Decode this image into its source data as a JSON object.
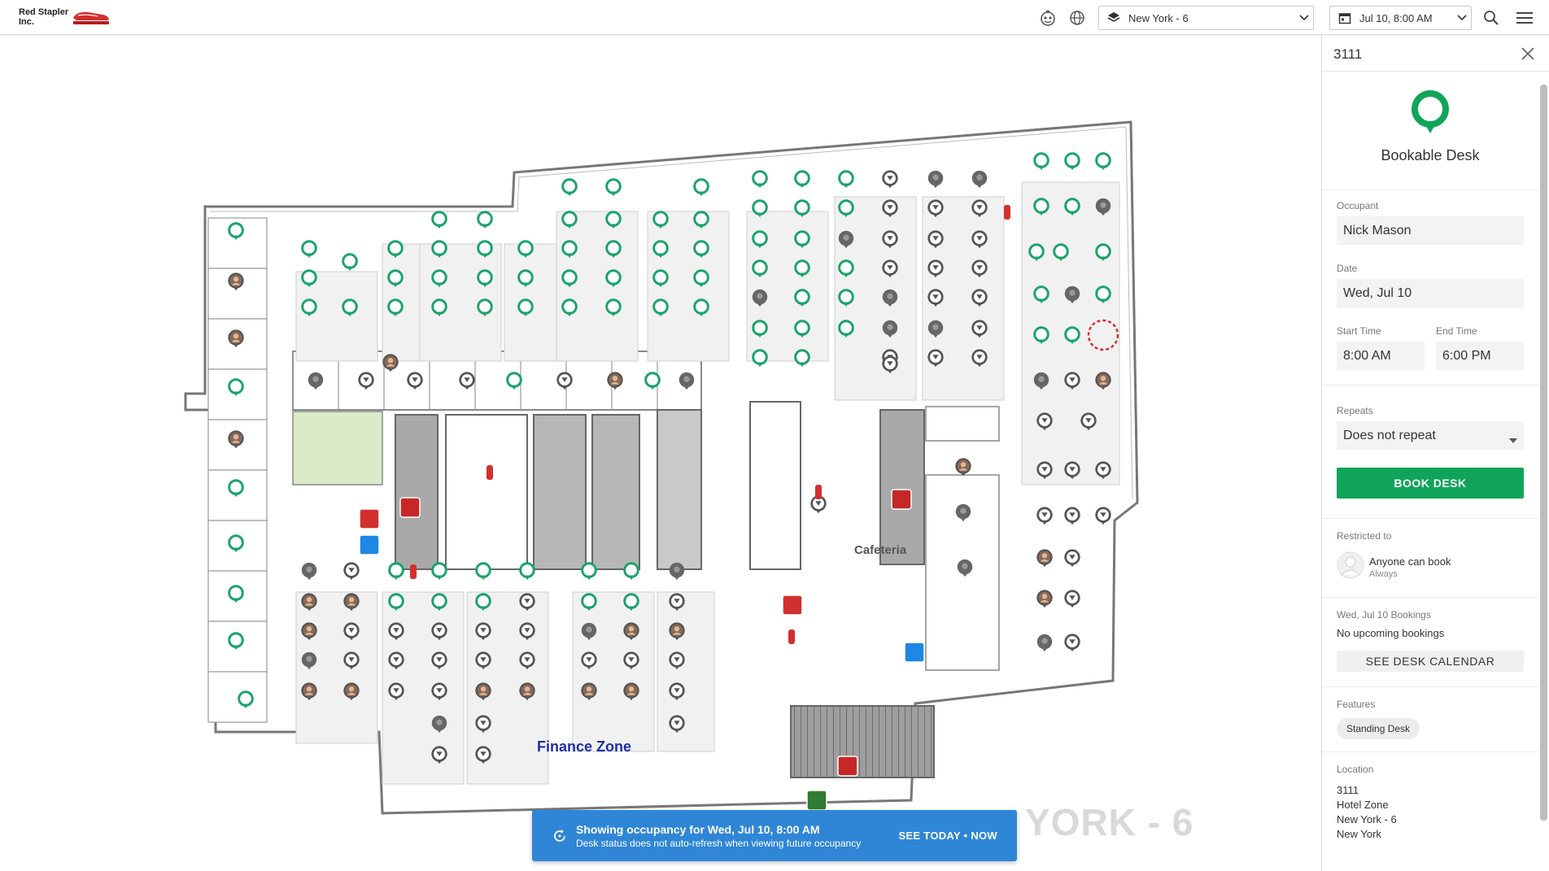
{
  "header": {
    "company_line1": "Red Stapler",
    "company_line2": "Inc.",
    "floor_select": "New York - 6",
    "date_select": "Jul 10, 8:00 AM",
    "icons": [
      "stapler-logo-icon",
      "robot-icon",
      "globe-icon",
      "layers-icon",
      "calendar-icon",
      "search-icon",
      "menu-icon"
    ]
  },
  "map": {
    "zone_label": "Finance Zone",
    "cafeteria_label": "Cafeteria",
    "watermark": "YORK - 6",
    "colors": {
      "available": "#1ba36a",
      "occupied": "#555555",
      "selected": "#d32f2f"
    }
  },
  "toast": {
    "title": "Showing occupancy for Wed, Jul 10, 8:00 AM",
    "subtitle": "Desk status does not auto-refresh when viewing future occupancy",
    "action": "SEE TODAY • NOW"
  },
  "panel": {
    "title": "3111",
    "desk_type": "Bookable Desk",
    "occupant_label": "Occupant",
    "occupant_value": "Nick Mason",
    "date_label": "Date",
    "date_value": "Wed, Jul 10",
    "start_label": "Start Time",
    "start_value": "8:00 AM",
    "end_label": "End Time",
    "end_value": "6:00 PM",
    "repeats_label": "Repeats",
    "repeats_value": "Does not repeat",
    "book_button": "BOOK DESK",
    "restricted_label": "Restricted to",
    "restricted_value": "Anyone can book",
    "restricted_sub": "Always",
    "bookings_label": "Wed, Jul 10 Bookings",
    "bookings_value": "No upcoming bookings",
    "calendar_button": "SEE DESK CALENDAR",
    "features_label": "Features",
    "feature_chip": "Standing Desk",
    "location_label": "Location",
    "location_lines": [
      "3111",
      "Hotel Zone",
      "New York - 6",
      "New York"
    ],
    "accent": "#10a45a"
  }
}
